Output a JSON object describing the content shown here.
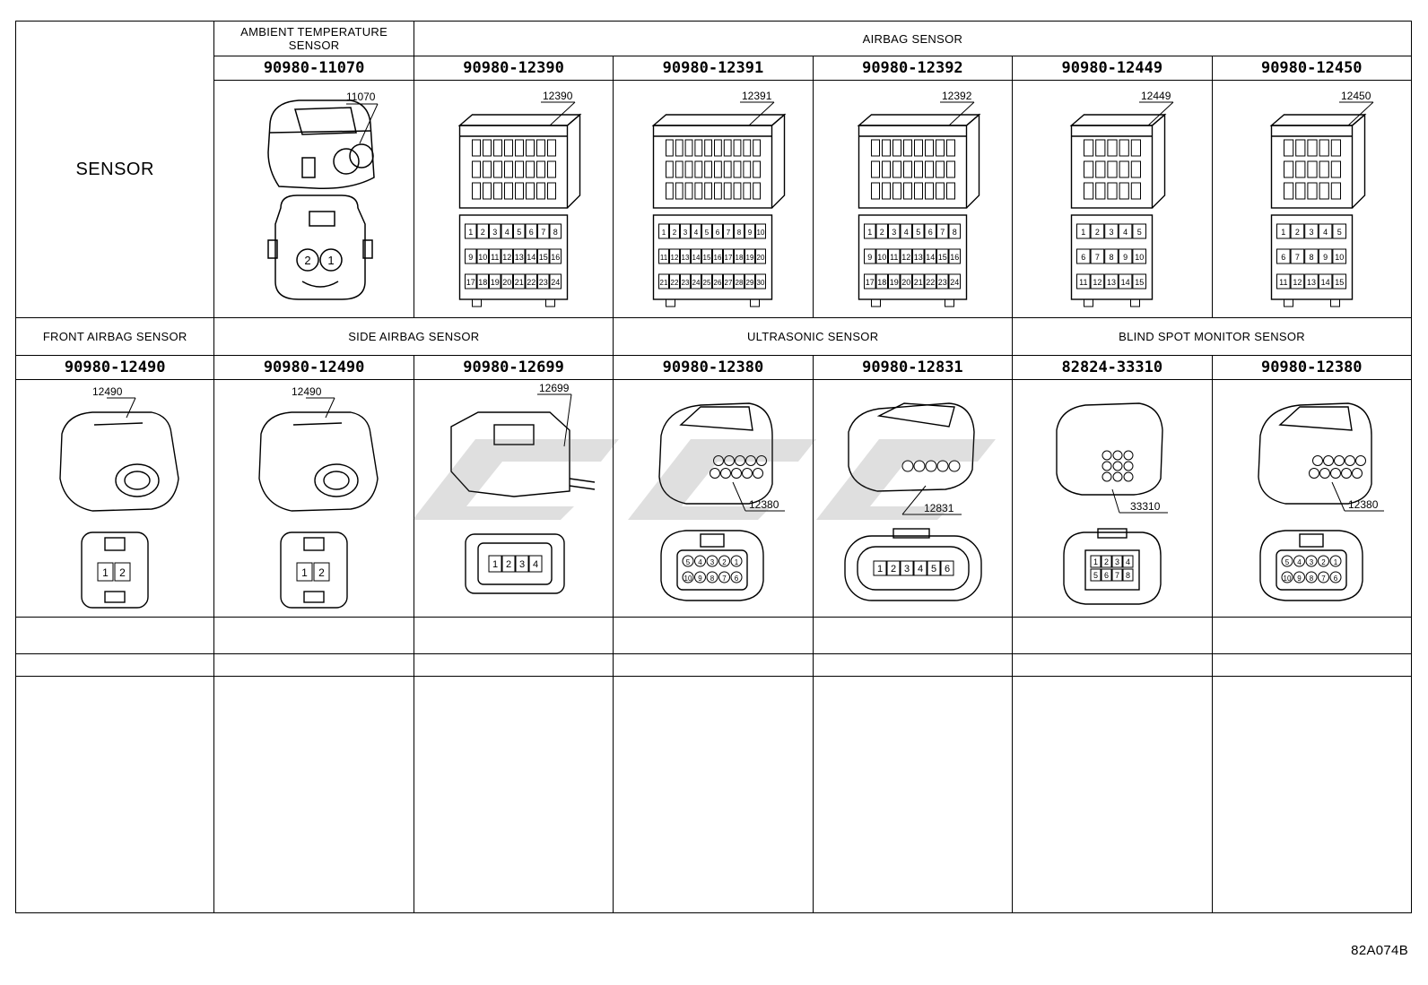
{
  "row_title": "SENSOR",
  "top": {
    "ambient": {
      "caption": "AMBIENT TEMPERATURE\nSENSOR",
      "part": "90980-11070",
      "callout": "11070"
    },
    "airbag_group": "AIRBAG SENSOR",
    "airbag": [
      {
        "part": "90980-12390",
        "callout": "12390",
        "pins": [
          [
            "1",
            "2",
            "3",
            "4",
            "5",
            "6",
            "7",
            "8"
          ],
          [
            "9",
            "10",
            "11",
            "12",
            "13",
            "14",
            "15",
            "16"
          ],
          [
            "17",
            "18",
            "19",
            "20",
            "21",
            "22",
            "23",
            "24"
          ]
        ]
      },
      {
        "part": "90980-12391",
        "callout": "12391",
        "pins": [
          [
            "1",
            "2",
            "3",
            "4",
            "5",
            "6",
            "7",
            "8",
            "9",
            "10"
          ],
          [
            "11",
            "12",
            "13",
            "14",
            "15",
            "16",
            "17",
            "18",
            "19",
            "20"
          ],
          [
            "21",
            "22",
            "23",
            "24",
            "25",
            "26",
            "27",
            "28",
            "29",
            "30"
          ]
        ]
      },
      {
        "part": "90980-12392",
        "callout": "12392",
        "pins": [
          [
            "1",
            "2",
            "3",
            "4",
            "5",
            "6",
            "7",
            "8"
          ],
          [
            "9",
            "10",
            "11",
            "12",
            "13",
            "14",
            "15",
            "16"
          ],
          [
            "17",
            "18",
            "19",
            "20",
            "21",
            "22",
            "23",
            "24"
          ]
        ]
      },
      {
        "part": "90980-12449",
        "callout": "12449",
        "pins": [
          [
            "1",
            "2",
            "3",
            "4",
            "5"
          ],
          [
            "6",
            "7",
            "8",
            "9",
            "10"
          ],
          [
            "11",
            "12",
            "13",
            "14",
            "15"
          ]
        ]
      },
      {
        "part": "90980-12450",
        "callout": "12450",
        "pins": [
          [
            "1",
            "2",
            "3",
            "4",
            "5"
          ],
          [
            "6",
            "7",
            "8",
            "9",
            "10"
          ],
          [
            "11",
            "12",
            "13",
            "14",
            "15"
          ]
        ]
      }
    ],
    "ambient_pins": [
      "2",
      "1"
    ]
  },
  "bottom": {
    "front_airbag": {
      "caption": "FRONT AIRBAG SENSOR",
      "part": "90980-12490",
      "callout": "12490",
      "pins": [
        "1",
        "2"
      ]
    },
    "side_group": "SIDE AIRBAG SENSOR",
    "side": [
      {
        "part": "90980-12490",
        "callout": "12490",
        "pins": [
          "1",
          "2"
        ]
      },
      {
        "part": "90980-12699",
        "callout": "12699",
        "pins": [
          "1",
          "2",
          "3",
          "4"
        ]
      }
    ],
    "ultra_group": "ULTRASONIC SENSOR",
    "ultra": [
      {
        "part": "90980-12380",
        "callout": "12380",
        "pins": [
          [
            "5",
            "4",
            "3",
            "2",
            "1"
          ],
          [
            "10",
            "9",
            "8",
            "7",
            "6"
          ]
        ]
      },
      {
        "part": "90980-12831",
        "callout": "12831",
        "pins": [
          "1",
          "2",
          "3",
          "4",
          "5",
          "6"
        ]
      }
    ],
    "bsm_group": "BLIND SPOT MONITOR SENSOR",
    "bsm": [
      {
        "part": "82824-33310",
        "callout": "33310",
        "pins": [
          [
            "1",
            "2",
            "3",
            "4"
          ],
          [
            "5",
            "6",
            "7",
            "8"
          ]
        ]
      },
      {
        "part": "90980-12380",
        "callout": "12380",
        "pins": [
          [
            "5",
            "4",
            "3",
            "2",
            "1"
          ],
          [
            "10",
            "9",
            "8",
            "7",
            "6"
          ]
        ]
      }
    ]
  },
  "drawing_code": "82A074B"
}
